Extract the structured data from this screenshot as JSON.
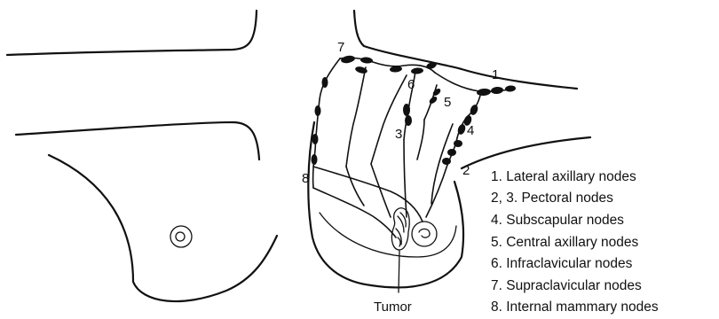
{
  "diagram": {
    "node_numbers": [
      "1",
      "2",
      "3",
      "4",
      "5",
      "6",
      "7",
      "8"
    ],
    "tumor_label": "Tumor",
    "legend": [
      "1. Lateral axillary nodes",
      "2, 3. Pectoral nodes",
      "4. Subscapular nodes",
      "5. Central axillary nodes",
      "6. Infraclavicular nodes",
      "7. Supraclavicular nodes",
      "8. Internal mammary nodes"
    ]
  }
}
